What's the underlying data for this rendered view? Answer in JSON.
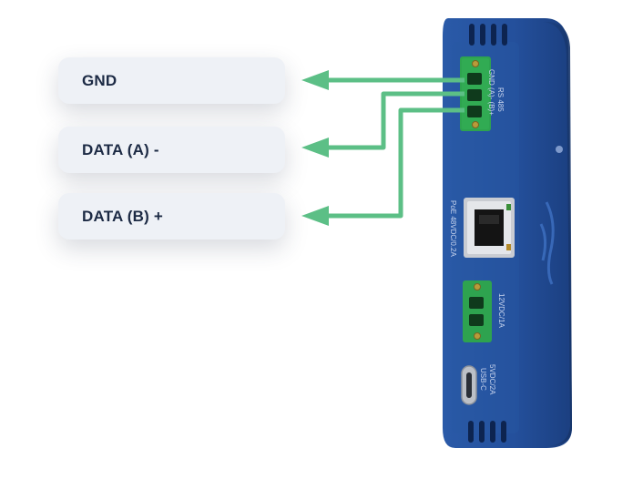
{
  "labels": {
    "gnd": "GND",
    "data_a": "DATA (A) -",
    "data_b": "DATA (B) +"
  },
  "device": {
    "rs485_title": "RS 485",
    "rs485_pins": "GND (A)- (B)+",
    "poe_label": "PoE 48VDC/0.2A",
    "power_label": "12VDC/1A",
    "usb_label": "5VDC/2A",
    "usb_type": "USB-C"
  },
  "colors": {
    "arrow": "#5cbf86",
    "device_body": "#24509c",
    "connector": "#2ea34f",
    "label_bg": "#eef1f6",
    "label_text": "#1c2a44"
  }
}
